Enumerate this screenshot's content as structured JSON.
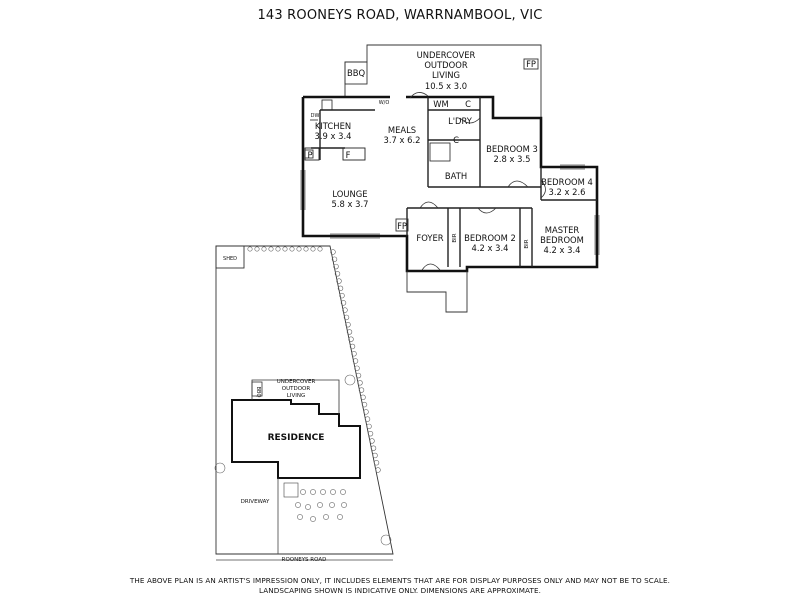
{
  "title": "143 ROONEYS ROAD, WARRNAMBOOL, VIC",
  "disclaimer": {
    "line1": "THE ABOVE PLAN IS AN ARTIST'S IMPRESSION ONLY, IT INCLUDES ELEMENTS THAT ARE FOR DISPLAY PURPOSES ONLY AND MAY NOT BE TO SCALE.",
    "line2": "LANDSCAPING SHOWN IS INDICATIVE ONLY. DIMENSIONS ARE APPROXIMATE."
  },
  "floor_plan": {
    "outdoor": {
      "line1": "UNDERCOVER",
      "line2": "OUTDOOR",
      "line3": "LIVING",
      "dims": "10.5 x 3.0"
    },
    "bbq": "BBQ",
    "fp_outdoor": "FP",
    "kitchen": {
      "name": "KITCHEN",
      "dims": "3.9 x 3.4"
    },
    "meals": {
      "name": "MEALS",
      "dims": "3.7 x 6.2"
    },
    "lounge": {
      "name": "LOUNGE",
      "dims": "5.8 x 3.7"
    },
    "wm": "WM",
    "c1": "C",
    "c2": "C",
    "laundry": "L'DRY",
    "bath": "BATH",
    "bed3": {
      "name": "BEDROOM 3",
      "dims": "2.8 x 3.5"
    },
    "bed4": {
      "name": "BEDROOM 4",
      "dims": "3.2 x 2.6"
    },
    "bed2": {
      "name": "BEDROOM 2",
      "dims": "4.2 x 3.4"
    },
    "master": {
      "line1": "MASTER",
      "line2": "BEDROOM",
      "dims": "4.2 x 3.4"
    },
    "foyer": "FOYER",
    "bir1": "BIR",
    "bir2": "BIR",
    "fp_lounge": "FP",
    "pantry": "P",
    "fridge": "F",
    "dw": "DW",
    "wo": "W/O"
  },
  "site_plan": {
    "shed": "SHED",
    "outdoor": {
      "line1": "UNDERCOVER",
      "line2": "OUTDOOR",
      "line3": "LIVING"
    },
    "bbq": "BBQ",
    "residence": "RESIDENCE",
    "driveway": "DRIVEWAY",
    "road": "ROONEYS ROAD"
  }
}
